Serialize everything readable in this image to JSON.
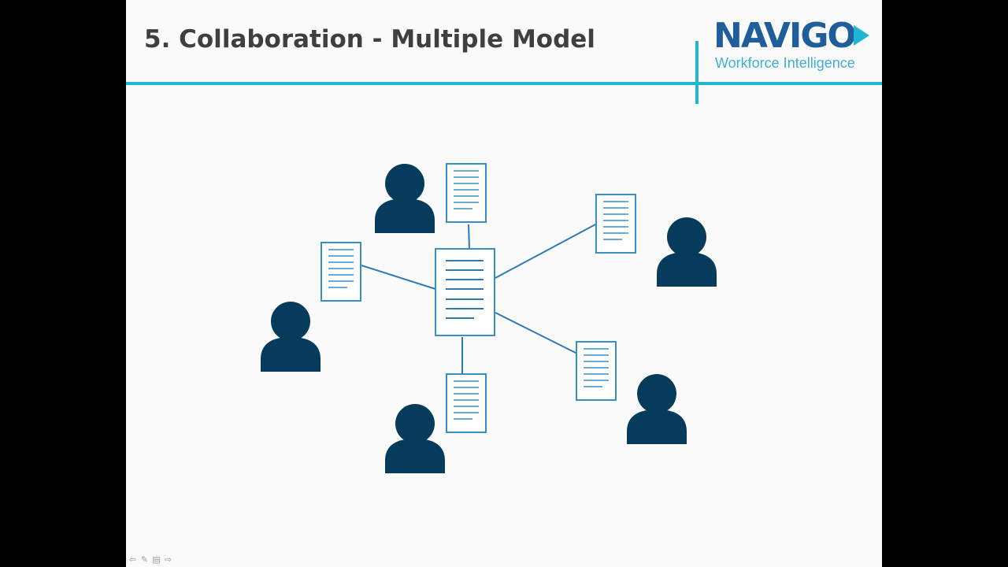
{
  "slide": {
    "title": "5. Collaboration - Multiple Model"
  },
  "logo": {
    "wordmark": "NAVIGO",
    "tagline": "Workforce Intelligence"
  },
  "colors": {
    "accent_rule": "#1fb6d3",
    "logo_primary": "#1f5e9a",
    "person_icon": "#073b5c",
    "document_stroke": "#3a8fc2",
    "connector_line": "#2e7bb3"
  },
  "diagram": {
    "central_document": "document-icon",
    "users": [
      {
        "icon": "user-icon",
        "document": "document-icon"
      },
      {
        "icon": "user-icon",
        "document": "document-icon"
      },
      {
        "icon": "user-icon",
        "document": "document-icon"
      },
      {
        "icon": "user-icon",
        "document": "document-icon"
      },
      {
        "icon": "user-icon",
        "document": "document-icon"
      }
    ]
  },
  "nav_controls": [
    "previous-icon",
    "pen-icon",
    "menu-icon",
    "next-icon"
  ]
}
